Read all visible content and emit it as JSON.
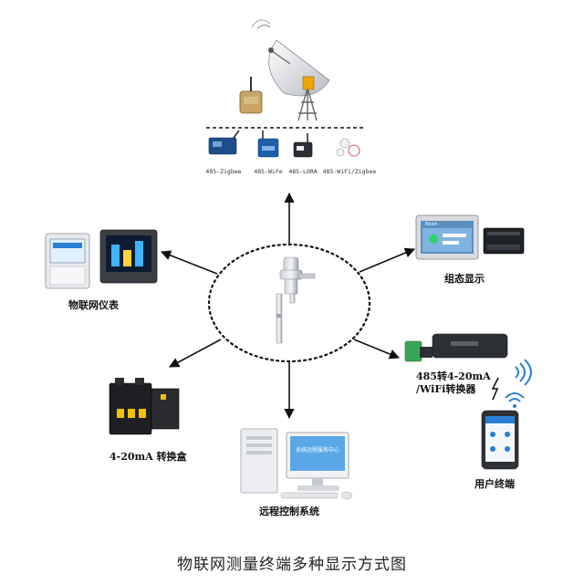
{
  "diagram": {
    "caption": "物联网测量终端多种显示方式图",
    "nodes": {
      "gateway_options": [
        {
          "label": "485-Zigbee"
        },
        {
          "label": "485-WiFe"
        },
        {
          "label": "485-LORA"
        },
        {
          "label": "485-WiFi/Zigbee"
        }
      ],
      "iot_meter": "物联网仪表",
      "scada_display": "组态显示",
      "converter_box": "4-20mA 转换盒",
      "wifi_converter_line1": "485转4-20mA",
      "wifi_converter_line2": "/WiFi转换器",
      "user_terminal": "用户终端",
      "remote_control": "远程控制系统"
    },
    "screen_text": {
      "monitor_heading": "系统远程服务中心",
      "brand": "Bolsh"
    }
  },
  "colors": {
    "accent_blue": "#2a7fd4",
    "converter_green": "#3aa655",
    "arrow": "#111111"
  }
}
